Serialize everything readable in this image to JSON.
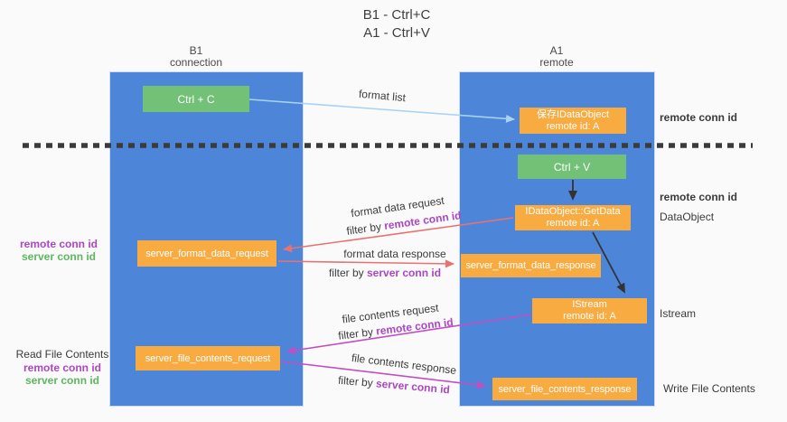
{
  "title": {
    "line1": "B1 - Ctrl+C",
    "line2": "A1 - Ctrl+V"
  },
  "lanes": {
    "left": {
      "name": "B1",
      "role": "connection"
    },
    "right": {
      "name": "A1",
      "role": "remote"
    }
  },
  "nodes": {
    "ctrl_c": {
      "label": "Ctrl + C"
    },
    "save_idataobject": {
      "line1": "保存IDataObject",
      "line2": "remote id: A"
    },
    "ctrl_v": {
      "label": "Ctrl + V"
    },
    "idataobject_getdata": {
      "line1": "IDataObject::GetData",
      "line2": "remote id: A"
    },
    "server_format_data_request": {
      "label": "server_format_data_request"
    },
    "server_format_data_response": {
      "label": "server_format_data_response"
    },
    "istream": {
      "line1": "IStream",
      "line2": "remote id: A"
    },
    "server_file_contents_request": {
      "label": "server_file_contents_request"
    },
    "server_file_contents_response": {
      "label": "server_file_contents_response"
    }
  },
  "arrow_labels": {
    "format_list": "format list",
    "format_data_request": "format data request",
    "format_data_response": "format data response",
    "file_contents_request": "file contents request",
    "file_contents_response": "file contents response",
    "filter_by": "filter by",
    "remote_conn_id": "remote conn id",
    "server_conn_id": "server conn id"
  },
  "side_labels": {
    "left_top": {
      "remote": "remote conn id",
      "server": "server conn id"
    },
    "left_bottom": {
      "title": "Read File Contents",
      "remote": "remote conn id",
      "server": "server conn id"
    },
    "right": {
      "top_remote": "remote conn id",
      "mid_remote": "remote conn id",
      "dataobject": "DataObject",
      "istream": "Istream",
      "write": "Write File Contents"
    }
  },
  "colors": {
    "lane_blue": "#4d86d8",
    "node_orange": "#f8ab41",
    "node_green": "#73c077",
    "arrow_light_blue": "#a8d2f0",
    "arrow_red": "#e87270",
    "arrow_magenta": "#c24fc2",
    "arrow_black": "#333333",
    "conn_id_purple": "#ab47c2",
    "conn_id_green": "#5cb860",
    "dashed_line": "#3b3b3b"
  }
}
